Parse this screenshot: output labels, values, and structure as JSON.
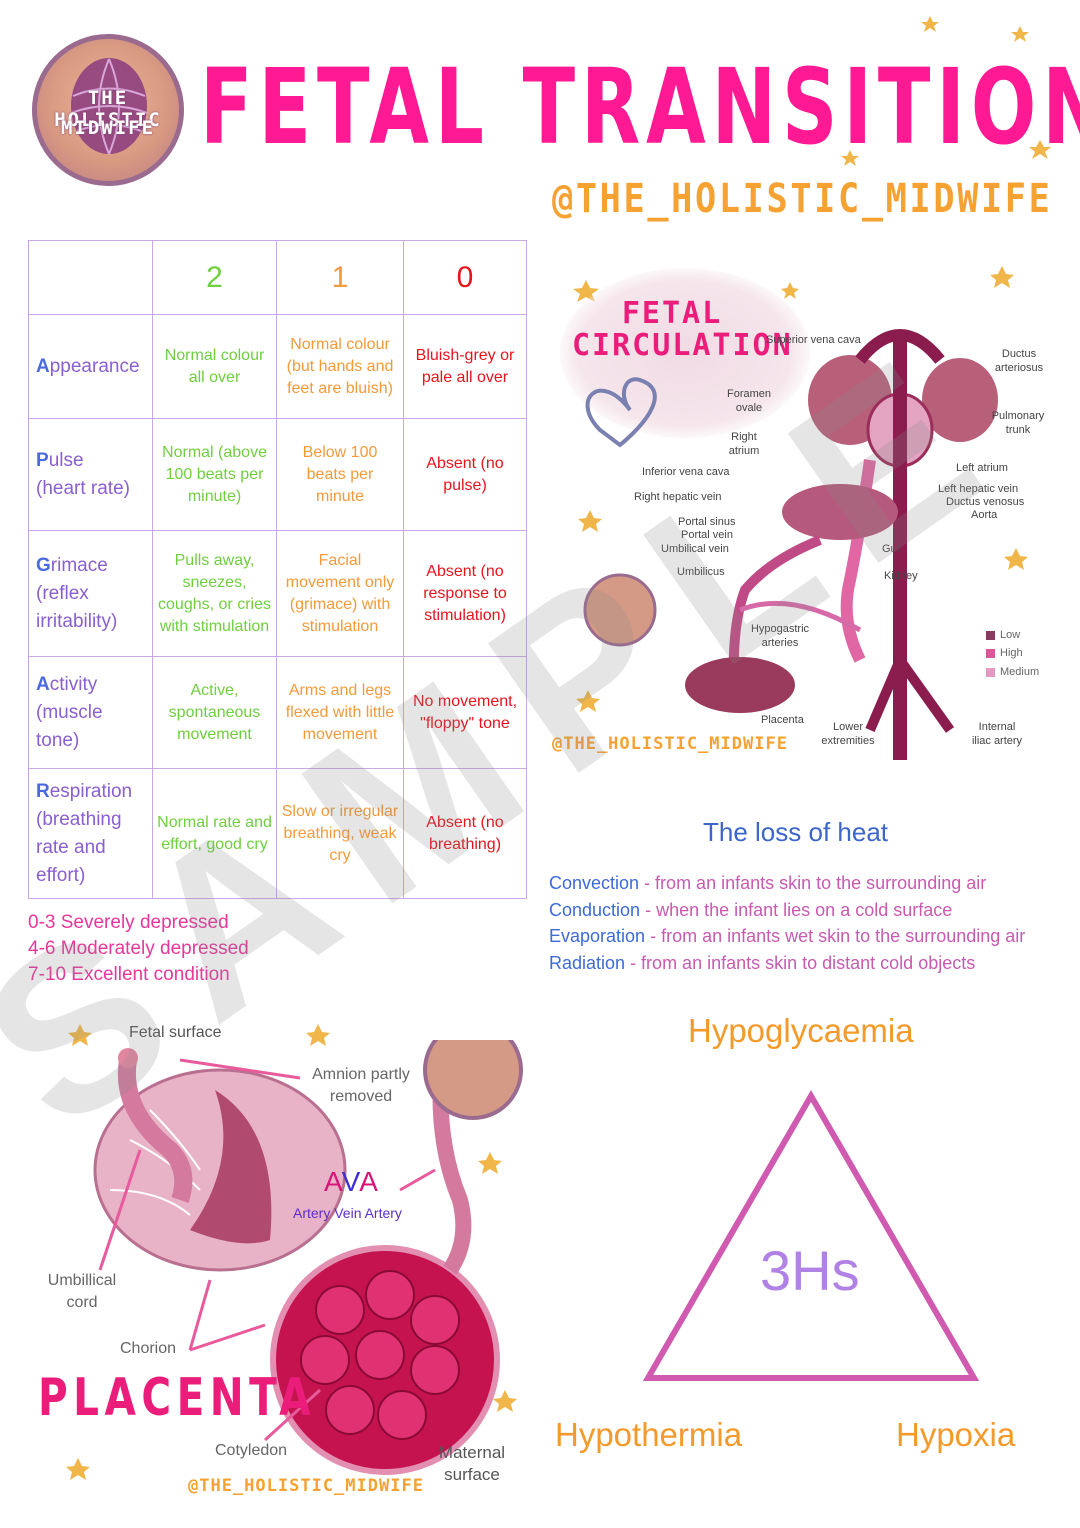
{
  "header": {
    "logo_line1": "THE HOLISTIC",
    "logo_line2": "MIDWIFE",
    "title": "FETAL TRANSITION",
    "handle": "@THE_HOLISTIC_MIDWIFE"
  },
  "apgar": {
    "score_headers": [
      "2",
      "1",
      "0"
    ],
    "rows": [
      {
        "initial": "A",
        "rest": "ppearance",
        "sub": "",
        "two": "Normal colour all over",
        "one": "Normal colour (but hands and feet are bluish)",
        "zero": "Bluish-grey or pale all over"
      },
      {
        "initial": "P",
        "rest": "ulse",
        "sub": "(heart rate)",
        "two": "Normal (above 100 beats per minute)",
        "one": "Below 100 beats per minute",
        "zero": "Absent (no pulse)"
      },
      {
        "initial": "G",
        "rest": "rimace",
        "sub": "(reflex irritability)",
        "two": "Pulls away, sneezes, coughs, or cries with stimulation",
        "one": "Facial movement only (grimace) with stimulation",
        "zero": "Absent (no response to stimulation)"
      },
      {
        "initial": "A",
        "rest": "ctivity",
        "sub": "(muscle tone)",
        "two": "Active, spontaneous movement",
        "one": "Arms and legs flexed with little movement",
        "zero": "No movement, \"floppy\" tone"
      },
      {
        "initial": "R",
        "rest": "espiration",
        "sub": "(breathing rate and effort)",
        "two": "Normal rate and effort, good cry",
        "one": "Slow or irregular breathing, weak cry",
        "zero": "Absent (no breathing)"
      }
    ],
    "key": [
      "0-3 Severely depressed",
      "4-6 Moderately depressed",
      "7-10 Excellent condition"
    ]
  },
  "fetal_circulation": {
    "title_line1": "FETAL",
    "title_line2": "CIRCULATION",
    "labels": {
      "superior_vena_cava": "Superior vena cava",
      "ductus_arteriosus": "Ductus arteriosus",
      "foramen_ovale": "Foramen ovale",
      "pulmonary_trunk": "Pulmonary trunk",
      "right_atrium": "Right atrium",
      "left_atrium": "Left atrium",
      "inferior_vena_cava": "Inferior vena cava",
      "left_hepatic_vein": "Left hepatic vein",
      "ductus_venosus": "Ductus venosus",
      "aorta": "Aorta",
      "right_hepatic_vein": "Right hepatic vein",
      "portal_sinus": "Portal sinus",
      "portal_vein": "Portal vein",
      "umbilical_vein": "Umbilical vein",
      "gut": "Gut",
      "umbilicus": "Umbilicus",
      "kidney": "Kidney",
      "hypogastric_arteries": "Hypogastric arteries",
      "placenta": "Placenta",
      "lower_extremities": "Lower extremities",
      "internal_iliac_artery": "Internal iliac artery"
    },
    "legend": [
      {
        "label": "Low",
        "color": "#8a3a5e"
      },
      {
        "label": "High",
        "color": "#d65a9a"
      },
      {
        "label": "Medium",
        "color": "#e39ac2"
      }
    ],
    "handle": "@THE_HOLISTIC_MIDWIFE"
  },
  "heat": {
    "title": "The loss of heat",
    "items": [
      {
        "term": "Convection",
        "desc": " - from an infants skin to the surrounding air"
      },
      {
        "term": "Conduction",
        "desc": " - when the infant lies on a cold surface"
      },
      {
        "term": "Evaporation",
        "desc": " - from an infants wet skin to the surrounding air"
      },
      {
        "term": "Radiation",
        "desc": " - from an infants skin to distant cold objects"
      }
    ]
  },
  "three_hs": {
    "center": "3Hs",
    "top": "Hypoglycaemia",
    "left": "Hypothermia",
    "right": "Hypoxia"
  },
  "placenta": {
    "title": "PLACENTA",
    "fetal_surface": "Fetal surface",
    "amnion": "Amnion partly removed",
    "ava_a1": "A",
    "ava_v": "V",
    "ava_a2": "A",
    "ava_sub": "Artery Vein Artery",
    "umbilical_cord": "Umbillical cord",
    "chorion": "Chorion",
    "cotyledon": "Cotyledon",
    "maternal_surface": "Maternal surface",
    "handle": "@THE_HOLISTIC_MIDWIFE"
  },
  "watermark": "SAMPLE",
  "colors": {
    "title_pink": "#ff1a93",
    "handle_orange": "#f5a233",
    "table_border": "#c9a8e6",
    "score2_green": "#6fcf3f",
    "score1_orange": "#f39a3a",
    "score0_red": "#e8141c",
    "heat_blue": "#3d6bd6",
    "triangle": "#d05ab0"
  }
}
